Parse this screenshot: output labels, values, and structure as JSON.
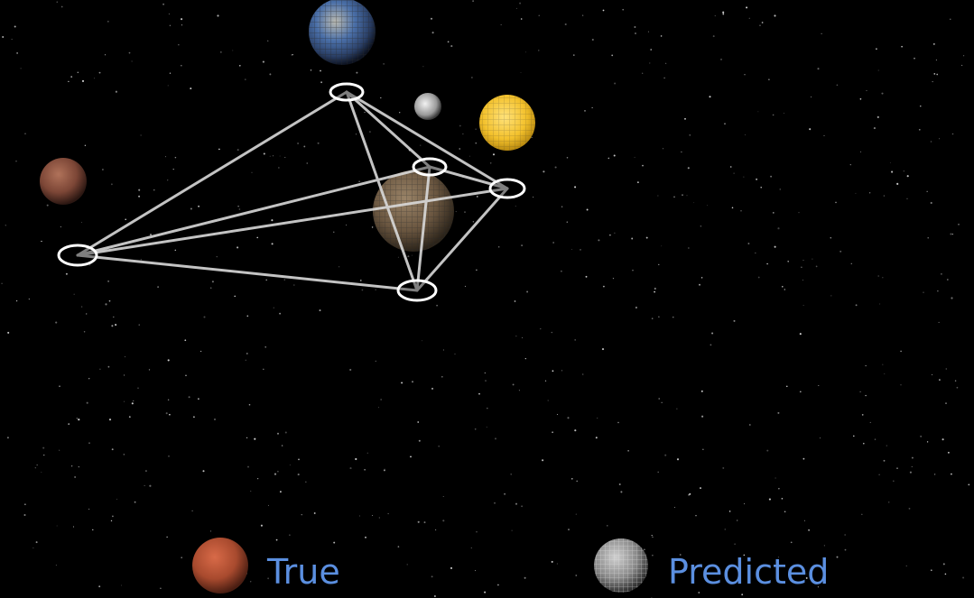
{
  "legend": {
    "true_label": "True",
    "predicted_label": "Predicted",
    "label_color": "#5b8fe0"
  },
  "colors": {
    "background": "#000000",
    "edge": "#d9d9d9",
    "node_stroke": "#ffffff",
    "sun": "#f2c22e",
    "earth": "#3d5fa3",
    "mars": "#8a4b32",
    "mercury": "#b9b9b9",
    "venus": "#6e5a43",
    "predicted_mesh": "#9a9a9a"
  },
  "bodies": [
    {
      "name": "earth-like-planet",
      "texture": "earth"
    },
    {
      "name": "moon-small",
      "texture": "mercury"
    },
    {
      "name": "sun",
      "texture": "sun"
    },
    {
      "name": "mars-like-planet",
      "texture": "mars"
    },
    {
      "name": "central-planet",
      "texture": "venus"
    }
  ],
  "graph": {
    "nodes": [
      "n-top",
      "n-mid",
      "n-right",
      "n-left",
      "n-bottom"
    ],
    "edges": [
      [
        "n-top",
        "n-mid"
      ],
      [
        "n-top",
        "n-right"
      ],
      [
        "n-top",
        "n-left"
      ],
      [
        "n-top",
        "n-bottom"
      ],
      [
        "n-mid",
        "n-right"
      ],
      [
        "n-mid",
        "n-left"
      ],
      [
        "n-mid",
        "n-bottom"
      ],
      [
        "n-right",
        "n-left"
      ],
      [
        "n-right",
        "n-bottom"
      ],
      [
        "n-left",
        "n-bottom"
      ]
    ]
  }
}
